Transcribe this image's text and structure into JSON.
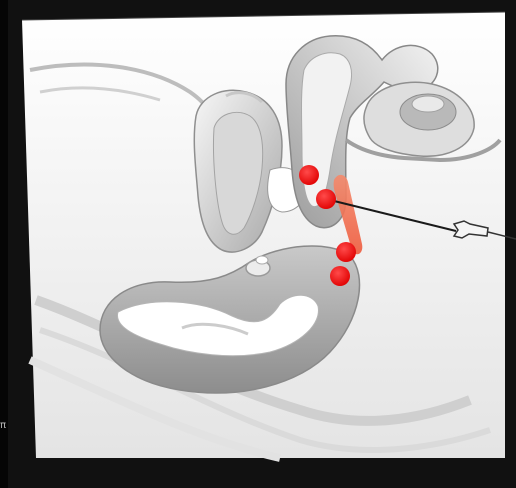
{
  "colors": {
    "frame": "#111111",
    "panel": "#f4f4f4",
    "organ_light": "#ececec",
    "organ_mid": "#bdbdbd",
    "organ_dark": "#8c8c8c",
    "outline": "#9a9a9a",
    "injection_site": "#ff1414",
    "target_zone": "#f26a4f",
    "needle": "#1a1a1a"
  },
  "icons": {
    "injection_site": "red-dot-icon",
    "syringe": "syringe-icon"
  },
  "diagram": {
    "injection_sites": [
      {
        "id": "site-1"
      },
      {
        "id": "site-2"
      },
      {
        "id": "site-3"
      },
      {
        "id": "site-4"
      }
    ],
    "corner_mark": "π"
  }
}
